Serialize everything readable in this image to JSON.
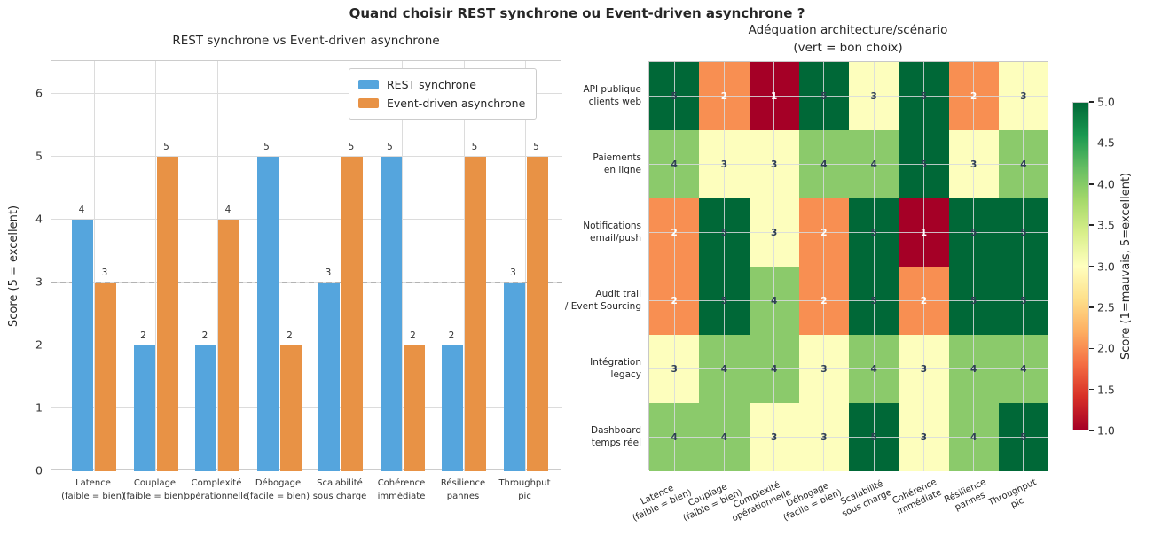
{
  "suptitle": "Quand choisir REST synchrone ou Event-driven asynchrone ?",
  "colors": {
    "rest_blue": "#55a5dd",
    "event_orange": "#e89245",
    "heat_scale": {
      "1": "#a50026",
      "2": "#f88f52",
      "3": "#fdfebd",
      "4": "#8bca6b",
      "5": "#006837"
    },
    "annot_dark": "#2e3e54",
    "annot_light": "#ffffff",
    "grid": "#dcdcdc",
    "ref_dashed": "#b3b3b3"
  },
  "chart_data": [
    {
      "type": "bar",
      "title": "REST synchrone vs Event-driven asynchrone",
      "ylabel": "Score (5 = excellent)",
      "categories": [
        [
          "Latence",
          "(faible = bien)"
        ],
        [
          "Couplage",
          "(faible = bien)"
        ],
        [
          "Complexité",
          "opérationnelle"
        ],
        [
          "Débogage",
          "(facile = bien)"
        ],
        [
          "Scalabilité",
          "sous charge"
        ],
        [
          "Cohérence",
          "immédiate"
        ],
        [
          "Résilience",
          "pannes"
        ],
        [
          "Throughput",
          "pic"
        ]
      ],
      "series": [
        {
          "name": "REST synchrone",
          "color": "#55a5dd",
          "values": [
            4,
            2,
            2,
            5,
            3,
            5,
            2,
            3
          ]
        },
        {
          "name": "Event-driven asynchrone",
          "color": "#e89245",
          "values": [
            3,
            5,
            4,
            2,
            5,
            2,
            5,
            5
          ]
        }
      ],
      "ylim": [
        0,
        6.52
      ],
      "yticks": [
        0,
        1,
        2,
        3,
        4,
        5,
        6
      ],
      "ref_line_y": 3,
      "grid": true,
      "legend_position": "upper right"
    },
    {
      "type": "heatmap",
      "title_line1": "Adéquation architecture/scénario",
      "title_line2": "(vert = bon choix)",
      "rows": [
        [
          "API publique",
          "clients web"
        ],
        [
          "Paiements",
          "en ligne"
        ],
        [
          "Notifications",
          "email/push"
        ],
        [
          "Audit trail",
          "/ Event Sourcing"
        ],
        [
          "Intégration",
          "legacy"
        ],
        [
          "Dashboard",
          "temps réel"
        ]
      ],
      "columns": [
        [
          "Latence",
          "(faible = bien)"
        ],
        [
          "Couplage",
          "(faible = bien)"
        ],
        [
          "Complexité",
          "opérationnelle"
        ],
        [
          "Débogage",
          "(facile = bien)"
        ],
        [
          "Scalabilité",
          "sous charge"
        ],
        [
          "Cohérence",
          "immédiate"
        ],
        [
          "Résilience",
          "pannes"
        ],
        [
          "Throughput",
          "pic"
        ]
      ],
      "values": [
        [
          5,
          2,
          1,
          5,
          3,
          5,
          2,
          3
        ],
        [
          4,
          3,
          3,
          4,
          4,
          5,
          3,
          4
        ],
        [
          2,
          5,
          3,
          2,
          5,
          1,
          5,
          5
        ],
        [
          2,
          5,
          4,
          2,
          5,
          2,
          5,
          5
        ],
        [
          3,
          4,
          4,
          3,
          4,
          3,
          4,
          4
        ],
        [
          4,
          4,
          3,
          3,
          5,
          3,
          4,
          5
        ]
      ],
      "value_range": [
        1,
        5
      ],
      "colorbar": {
        "label": "Score (1=mauvais, 5=excellent)",
        "tick_values": [
          5.0,
          4.5,
          4.0,
          3.5,
          3.0,
          2.5,
          2.0,
          1.5,
          1.0
        ],
        "gradient_top_to_bottom": [
          "#006837",
          "#1a9850",
          "#66bd63",
          "#a6d96a",
          "#d9ef8b",
          "#ffffbf",
          "#fee08b",
          "#fdae61",
          "#f46d43",
          "#d73027",
          "#a50026"
        ]
      }
    }
  ]
}
